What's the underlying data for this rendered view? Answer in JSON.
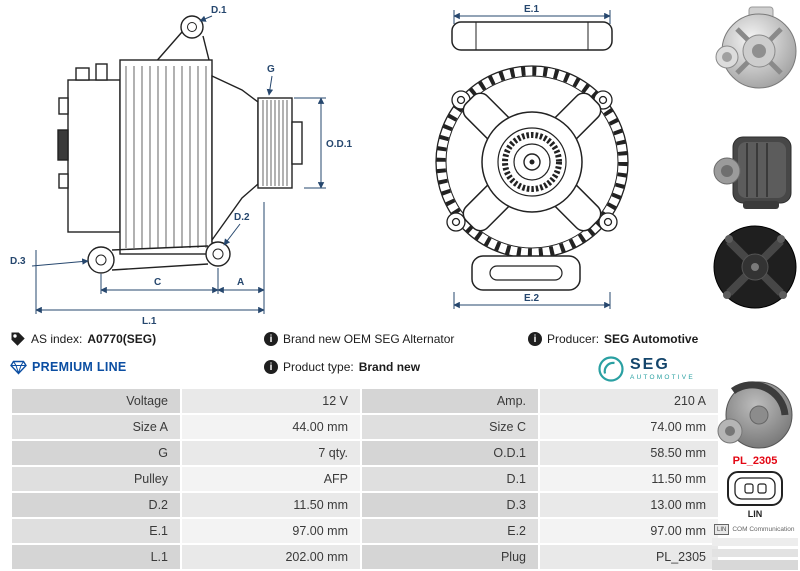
{
  "info": {
    "as_index_label": "AS index:",
    "as_index_value": "A0770(SEG)",
    "brand_new_note": "Brand new OEM SEG Alternator",
    "producer_label": "Producer:",
    "producer_value": "SEG Automotive",
    "premium_line": "PREMIUM LINE",
    "product_type_label": "Product type:",
    "product_type_value": "Brand new"
  },
  "logo": {
    "name": "SEG",
    "sub": "AUTOMOTIVE"
  },
  "icons": {
    "info": "i"
  },
  "diagram": {
    "d1": "D.1",
    "g": "G",
    "od1": "O.D.1",
    "d2": "D.2",
    "d3": "D.3",
    "c": "C",
    "a": "A",
    "l1": "L.1",
    "e1": "E.1",
    "e2": "E.2"
  },
  "plug": {
    "code": "PL_2305",
    "type": "LIN",
    "comm_label": "LIN",
    "comm_value": "COM Communication"
  },
  "colors": {
    "premium_blue": "#0b4ea2",
    "seg_teal": "#2aa0a2",
    "seg_navy": "#14456b",
    "plug_red": "#e30613",
    "dimension_navy": "#26476e"
  },
  "table": {
    "rows": [
      {
        "l1": "Voltage",
        "v1": "12 V",
        "l2": "Amp.",
        "v2": "210 A"
      },
      {
        "l1": "Size A",
        "v1": "44.00 mm",
        "l2": "Size C",
        "v2": "74.00 mm"
      },
      {
        "l1": "G",
        "v1": "7 qty.",
        "l2": "O.D.1",
        "v2": "58.50 mm"
      },
      {
        "l1": "Pulley",
        "v1": "AFP",
        "l2": "D.1",
        "v2": "11.50 mm"
      },
      {
        "l1": "D.2",
        "v1": "11.50 mm",
        "l2": "D.3",
        "v2": "13.00 mm"
      },
      {
        "l1": "E.1",
        "v1": "97.00 mm",
        "l2": "E.2",
        "v2": "97.00 mm"
      },
      {
        "l1": "L.1",
        "v1": "202.00 mm",
        "l2": "Plug",
        "v2": "PL_2305"
      }
    ]
  }
}
